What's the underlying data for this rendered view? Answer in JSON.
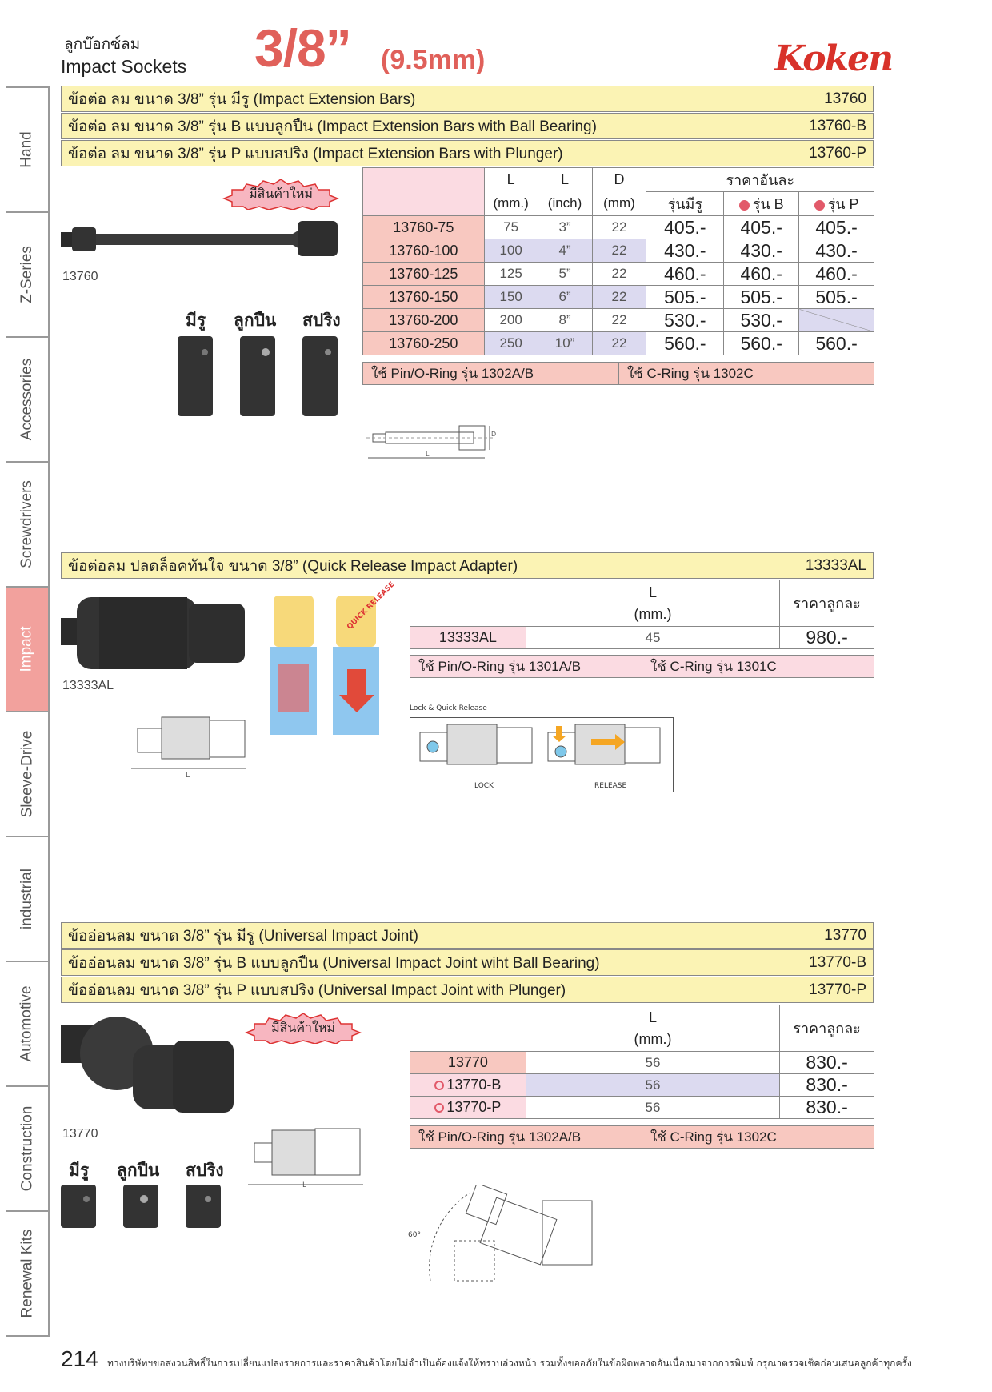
{
  "header": {
    "title_th": "ลูกบ๊อกซ์ลม",
    "title_en": "Impact Sockets",
    "size": "3/8”",
    "size_mm": "(9.5mm)",
    "brand": "Koken"
  },
  "sidebar": {
    "tabs": [
      "Hand",
      "Z-Series",
      "Accessories",
      "Screwdrivers",
      "Impact",
      "Sleeve-Drive",
      "industrial",
      "Automotive",
      "Construction",
      "Renewal Kits"
    ],
    "active": "Impact"
  },
  "section1": {
    "rows": [
      {
        "title": "ข้อต่อ ลม ขนาด 3/8” รุ่น มีรู (Impact Extension Bars)",
        "code": "13760"
      },
      {
        "title": "ข้อต่อ ลม ขนาด 3/8” รุ่น B แบบลูกปืน (Impact Extension Bars with Ball Bearing)",
        "code": "13760-B"
      },
      {
        "title": "ข้อต่อ ลม ขนาด 3/8” รุ่น P แบบสปริง (Impact Extension Bars with Plunger)",
        "code": "13760-P"
      }
    ],
    "badge": "มีสินค้าใหม่",
    "image_label": "13760",
    "variants": [
      "มีรู",
      "ลูกปืน",
      "สปริง"
    ],
    "table": {
      "h_L": "L",
      "h_L2": "L",
      "h_D": "D",
      "h_mm": "(mm.)",
      "h_inch": "(inch)",
      "h_dmm": "(mm)",
      "h_price": "ราคาอันละ",
      "h_p1": "รุ่นมีรู",
      "h_p2": "รุ่น B",
      "h_p3": "รุ่น P",
      "rows": [
        [
          "13760-75",
          "75",
          "3”",
          "22",
          "405.-",
          "405.-",
          "405.-"
        ],
        [
          "13760-100",
          "100",
          "4”",
          "22",
          "430.-",
          "430.-",
          "430.-"
        ],
        [
          "13760-125",
          "125",
          "5”",
          "22",
          "460.-",
          "460.-",
          "460.-"
        ],
        [
          "13760-150",
          "150",
          "6”",
          "22",
          "505.-",
          "505.-",
          "505.-"
        ],
        [
          "13760-200",
          "200",
          "8”",
          "22",
          "530.-",
          "530.-",
          ""
        ],
        [
          "13760-250",
          "250",
          "10”",
          "22",
          "560.-",
          "560.-",
          "560.-"
        ]
      ]
    },
    "note_left": "ใช้ Pin/O-Ring รุ่น 1302A/B",
    "note_right": "ใช้ C-Ring รุ่น 1302C",
    "dim_L": "L",
    "dim_D": "D"
  },
  "section2": {
    "title": "ข้อต่อลม ปลดล็อคทันใจ ขนาด 3/8” (Quick Release Impact Adapter)",
    "code": "13333AL",
    "image_label": "13333AL",
    "quick_release": "QUICK RELEASE",
    "table": {
      "h_L": "L",
      "h_mm": "(mm.)",
      "h_price": "ราคาลูกละ",
      "rows": [
        [
          "13333AL",
          "45",
          "980.-"
        ]
      ]
    },
    "note_left": "ใช้ Pin/O-Ring รุ่น 1301A/B",
    "note_right": "ใช้ C-Ring รุ่น 1301C",
    "diagram_caption": "Lock   & Quick   Release",
    "lock": "LOCK",
    "release": "RELEASE",
    "dim_L": "L"
  },
  "section3": {
    "rows": [
      {
        "title": "ข้ออ่อนลม ขนาด 3/8” รุ่น มีรู (Universal Impact Joint)",
        "code": "13770"
      },
      {
        "title": "ข้ออ่อนลม ขนาด 3/8” รุ่น B แบบลูกปืน (Universal Impact Joint wiht Ball Bearing)",
        "code": "13770-B"
      },
      {
        "title": "ข้ออ่อนลม ขนาด 3/8” รุ่น P แบบสปริง (Universal Impact Joint with Plunger)",
        "code": "13770-P"
      }
    ],
    "badge": "มีสินค้าใหม่",
    "image_label": "13770",
    "variants": [
      "มีรู",
      "ลูกปืน",
      "สปริง"
    ],
    "table": {
      "h_L": "L",
      "h_mm": "(mm.)",
      "h_price": "ราคาลูกละ",
      "rows": [
        [
          "13770",
          "56",
          "830.-"
        ],
        [
          "13770-B",
          "56",
          "830.-"
        ],
        [
          "13770-P",
          "56",
          "830.-"
        ]
      ]
    },
    "note_left": "ใช้ Pin/O-Ring รุ่น 1302A/B",
    "note_right": "ใช้ C-Ring รุ่น 1302C",
    "angle": "60°",
    "dim_L": "L"
  },
  "footer": {
    "page": "214",
    "text": "ทางบริษัทฯขอสงวนสิทธิ์ในการเปลี่ยนแปลงรายการและราคาสินค้าโดยไม่จำเป็นต้องแจ้งให้ทราบล่วงหน้า รวมทั้งขออภัยในข้อผิดพลาดอันเนื่องมาจากการพิมพ์ กรุณาตรวจเช็คก่อนเสนอลูกค้าทุกครั้ง"
  },
  "colors": {
    "accent": "#e0605a",
    "title_bar": "#fbf3b4",
    "pink": "#f8c8c0",
    "lavender": "#dcdaf0"
  }
}
